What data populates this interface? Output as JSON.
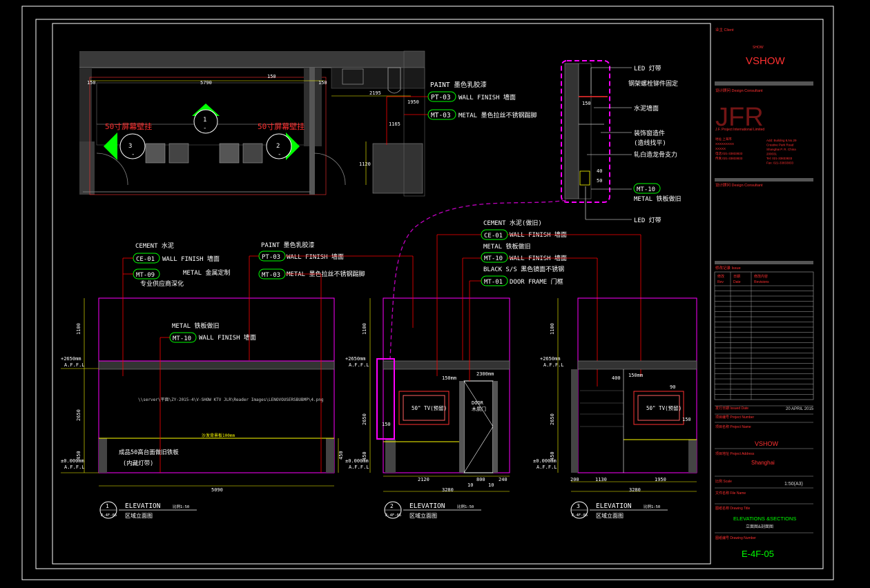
{
  "colors": {
    "background": "#000000",
    "frame": "#ffffff",
    "magenta": "#ff00ff",
    "yellow": "#ffff00",
    "red": "#ff0000",
    "green": "#00ff00",
    "white": "#ffffff",
    "cyan": "#00ffff",
    "gray": "#3c3c3c",
    "titleblock_red": "#ff3030",
    "titleblock_white": "#d8d8d8"
  },
  "plan": {
    "dims": {
      "top_width": "5790",
      "left_w": "150",
      "right_w": "150",
      "door_w": "2195",
      "d1165": "1165",
      "d150": "150",
      "d1950": "1950",
      "d1120": "1120"
    },
    "room_labels": {
      "left": "50寸屏幕壁挂",
      "right": "50寸屏幕壁挂"
    },
    "markers": {
      "m1": "1",
      "m1_sub": "-",
      "m2": "2",
      "m2_sub": "-",
      "m3": "3",
      "m3_sub": "-"
    },
    "callouts": [
      {
        "line1": "PAINT 墨色乳胶漆",
        "code": "PT-03",
        "desc": "WALL FINISH 墙面"
      },
      {
        "code": "MT-03",
        "desc": "METAL 墨色拉丝不锈钢踢脚"
      }
    ]
  },
  "section": {
    "labels": {
      "led_top": "LED 灯带",
      "l2": "钢架螺栓铆件固定",
      "d150": "150",
      "cement": "水泥墙面",
      "l4": "装饰窗造件",
      "l5": "(造线找平)",
      "l6": "轧白造龙骨支力",
      "d40": "40",
      "d50": "50",
      "mt10": "MT-10",
      "metal": "METAL 铁板做旧",
      "led_bottom": "LED 灯带"
    }
  },
  "elev1": {
    "callouts": {
      "cement": "CEMENT 水泥",
      "ce01": "CE-01",
      "ce01_desc": "WALL FINISH 墙面",
      "mt09": "MT-09",
      "mt09_desc": "METAL 金属定制",
      "mt09_note": "专业供应商深化",
      "paint": "PAINT 墨色乳胶漆",
      "pt03": "PT-03",
      "pt03_desc": "WALL FINISH 墙面",
      "mt03": "MT-03",
      "mt03_desc": "METAL 墨色拉丝不锈钢踢脚",
      "metal": "METAL 铁板做旧",
      "mt10": "MT-10",
      "mt10_desc": "WALL FINISH 墙面"
    },
    "level_top": "+2650mm",
    "level_top_sub": "A.F.F.L",
    "level_bottom": "±0.000mm",
    "level_bottom_sub": "A.F.F.L",
    "path": "\\\\server\\平面\\ZY-2015-4\\V-SHOW KTV JLR\\Reader Images\\LENOVOUSERSBUBMP\\4.png",
    "sofa": "沙发背景板100mm",
    "note1": "成品50高台面做旧铁板",
    "note2": "(内藏灯带)",
    "dim_1100": "1100",
    "dim_2650": "2650",
    "dim_450": "450",
    "dim_5090": "5090",
    "dim_450r": "450",
    "title_num": "1",
    "title_sheet": "E-4F-05",
    "title": "ELEVATION",
    "scale": "比例1:50",
    "title_cn": "区域立面图"
  },
  "elev2": {
    "callouts": {
      "cement": "CEMENT 水泥(做旧)",
      "ce01": "CE-01",
      "ce01_desc": "WALL FINISH 墙面",
      "metal": "METAL 铁板做旧",
      "mt10": "MT-10",
      "mt10_desc": "WALL FINISH 墙面",
      "black": "BLACK S/S 黑色镜面不锈钢",
      "mt01": "MT-01",
      "mt01_desc": "DOOR FRAME 门框"
    },
    "level_top": "+2650mm",
    "level_top_sub": "A.F.F.L",
    "level_bottom": "±0.000mm",
    "level_bottom_sub": "A.F.F.L",
    "tv": "50\" TV(预留)",
    "door": "DOOR",
    "door_cn": "木质门",
    "d150": "150mm",
    "d2300": "2300mm",
    "d150b": "150",
    "dim_1100": "1100",
    "dim_2650": "2650",
    "dim_450": "450",
    "dim_2120": "2120",
    "dim_800": "800",
    "dim_240": "240",
    "dim_3280": "3280",
    "dim_10a": "10",
    "dim_10b": "10",
    "title_num": "2",
    "title_sheet": "E-4F-05",
    "title": "ELEVATION",
    "scale": "比例1:50",
    "title_cn": "区域立面图"
  },
  "elev3": {
    "level_top": "+2650mm",
    "level_top_sub": "A.F.F.L",
    "level_bottom": "±0.000mm",
    "level_bottom_sub": "A.F.F.L",
    "tv": "50\" TV(预留)",
    "d400": "400",
    "d150": "150mm",
    "d150b": "150",
    "d90": "90",
    "dim_1100": "1100",
    "dim_2650": "2650",
    "dim_450": "450",
    "dim_200": "200",
    "dim_1130": "1130",
    "dim_1950": "1950",
    "dim_3280": "3280",
    "title_num": "3",
    "title_sheet": "E-4F-05",
    "title": "ELEVATION",
    "scale": "比例1:50",
    "title_cn": "区域立面图"
  },
  "titleblock": {
    "client_label": "业主 Client",
    "client_logo_small": "SHOW",
    "client_logo": "VSHOW",
    "design_label": "设计顾问 Design Consultant",
    "firm_logo": "JFR",
    "firm_sub": "J.F. Project International Limited",
    "addr_left": [
      "地址:上海市",
      "XXXXXXXXX",
      "XXXXX",
      "电话:021-33833833",
      "传真:021-33833833"
    ],
    "addr_right": [
      "Add: Building 8,No.29",
      "Creative Park Road",
      "Shanghai P. R. China",
      "200031",
      "Tel: 021-33833833",
      "Fax: 021-33833833"
    ],
    "design_consult2": "设计顾问 Design Consultant",
    "issue_label": "修改记录 Issue",
    "rev_headers": [
      "Rev",
      "Date",
      "Revisions"
    ],
    "rev_headers_cn": [
      "修改",
      "日期",
      "修改内容"
    ],
    "issued_label": "发行日期 Issued Date",
    "issued_date": "20 APRIL 2015",
    "project_number_label": "项目编号 Project Number",
    "project_name_label": "项目名称 Project Name",
    "project_name": "VSHOW",
    "project_address_label": "项目地址 Project Address",
    "project_address": "Shanghai",
    "scale_label": "比例 Scale",
    "scale_value": "1:50(A3)",
    "file_label": "文件名称 File Name",
    "drawing_title_label": "图纸名称 Drawing Title",
    "drawing_title": "ELEVATIONS &SECTIONS",
    "drawing_title_cn": "立面图&剖面图",
    "drawing_number_label": "图纸编号 Drawing Number",
    "drawing_number": "E-4F-05"
  }
}
